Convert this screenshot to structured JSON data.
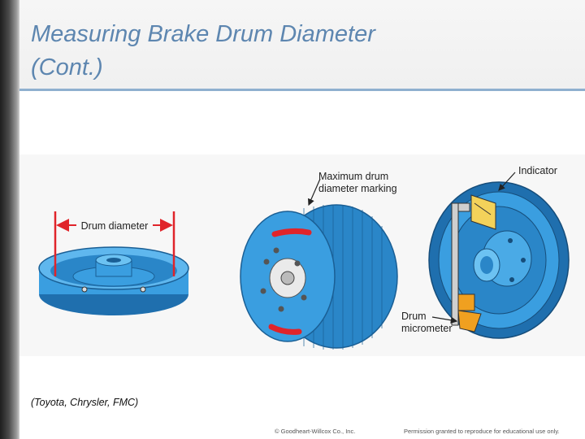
{
  "slide": {
    "title_line1": "Measuring Brake Drum Diameter",
    "title_line2": "(Cont.)",
    "source_credit": "(Toyota, Chrysler, FMC)",
    "footer_copyright": "© Goodheart-Willcox Co., Inc.",
    "footer_permission": "Permission granted to reproduce for educational use only."
  },
  "figure": {
    "label_drum_diameter": "Drum diameter",
    "label_max_marking_line1": "Maximum drum",
    "label_max_marking_line2": "diameter marking",
    "label_indicator": "Indicator",
    "label_micrometer_line1": "Drum",
    "label_micrometer_line2": "micrometer",
    "colors": {
      "drum_blue": "#3a9ee0",
      "drum_dark": "#1f6fae",
      "marking_red": "#e0242a",
      "micrometer_orange": "#f0a020",
      "gauge_yellow": "#f3d25a",
      "title_blue": "#5d86b0"
    }
  }
}
